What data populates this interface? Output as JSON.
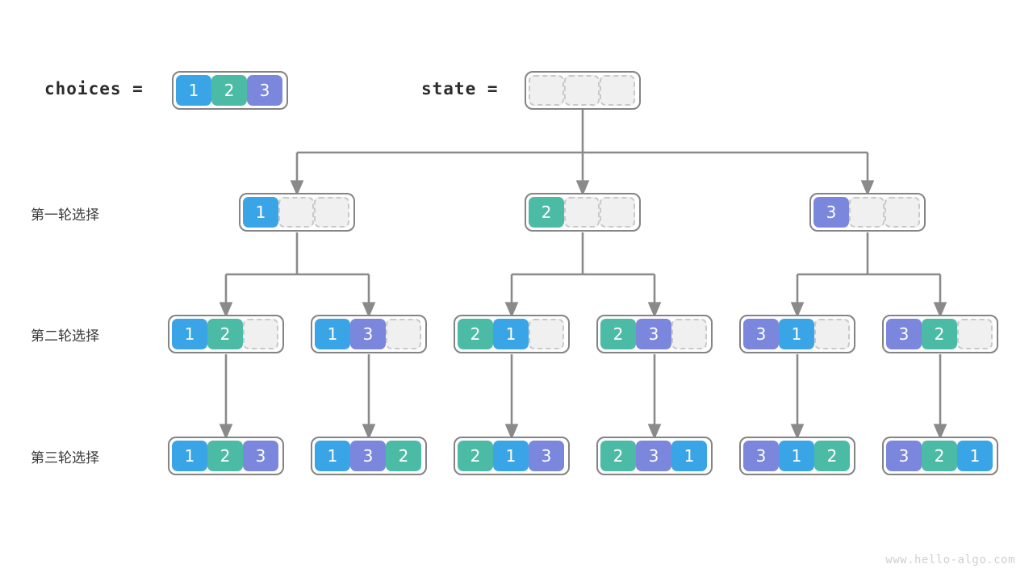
{
  "header": {
    "choices_label": "choices =",
    "state_label": "state =",
    "choices_values": [
      "1",
      "2",
      "3"
    ],
    "state_values": [
      "",
      "",
      ""
    ]
  },
  "row_labels": [
    "第一轮选择",
    "第二轮选择",
    "第三轮选择"
  ],
  "colors": {
    "value_1": "#3aa5e6",
    "value_2": "#4cbba6",
    "value_3": "#7b86dd",
    "empty_fill": "#f0f0f0",
    "empty_border": "#c9c9c9",
    "node_border": "#848484",
    "wire": "#8a8a8a",
    "text": "#2b2b2b",
    "watermark": "#cfcfcf"
  },
  "levels": [
    {
      "name": "level-1",
      "nodes": [
        {
          "values": [
            "1",
            "",
            ""
          ]
        },
        {
          "values": [
            "2",
            "",
            ""
          ]
        },
        {
          "values": [
            "3",
            "",
            ""
          ]
        }
      ]
    },
    {
      "name": "level-2",
      "nodes": [
        {
          "values": [
            "1",
            "2",
            ""
          ]
        },
        {
          "values": [
            "1",
            "3",
            ""
          ]
        },
        {
          "values": [
            "2",
            "1",
            ""
          ]
        },
        {
          "values": [
            "2",
            "3",
            ""
          ]
        },
        {
          "values": [
            "3",
            "1",
            ""
          ]
        },
        {
          "values": [
            "3",
            "2",
            ""
          ]
        }
      ]
    },
    {
      "name": "level-3",
      "nodes": [
        {
          "values": [
            "1",
            "2",
            "3"
          ]
        },
        {
          "values": [
            "1",
            "3",
            "2"
          ]
        },
        {
          "values": [
            "2",
            "1",
            "3"
          ]
        },
        {
          "values": [
            "2",
            "3",
            "1"
          ]
        },
        {
          "values": [
            "3",
            "1",
            "2"
          ]
        },
        {
          "values": [
            "3",
            "2",
            "1"
          ]
        }
      ]
    }
  ],
  "watermark": "www.hello-algo.com"
}
